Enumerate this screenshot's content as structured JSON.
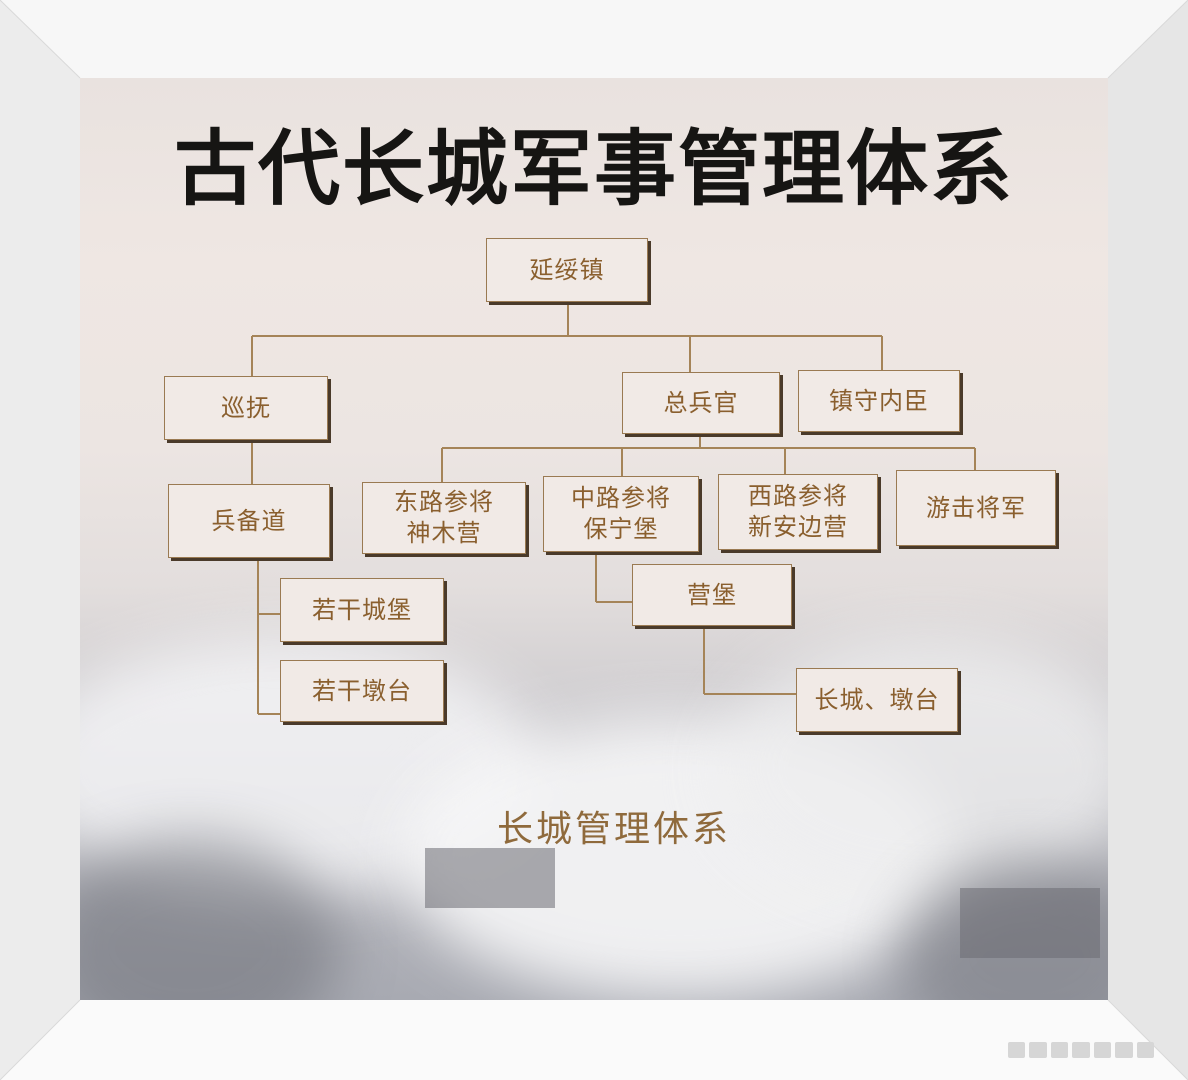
{
  "poster": {
    "title": "古代长城军事管理体系",
    "caption": "长城管理体系"
  },
  "nodes": {
    "yansui": "延绥镇",
    "xunfu": "巡抚",
    "zongbingguan": "总兵官",
    "zhenshouneichen": "镇守内臣",
    "bingbeidao": "兵备道",
    "donglu": "东路参将\n神木营",
    "zhonglu": "中路参将\n保宁堡",
    "xilu": "西路参将\n新安边营",
    "youji": "游击将军",
    "chengbao": "若干城堡",
    "duntai": "若干墩台",
    "yingbao": "营堡",
    "changcheng": "长城、墩台"
  },
  "colors": {
    "box_text": "#8a5f2e",
    "line": "#a58458",
    "title": "#161513"
  }
}
